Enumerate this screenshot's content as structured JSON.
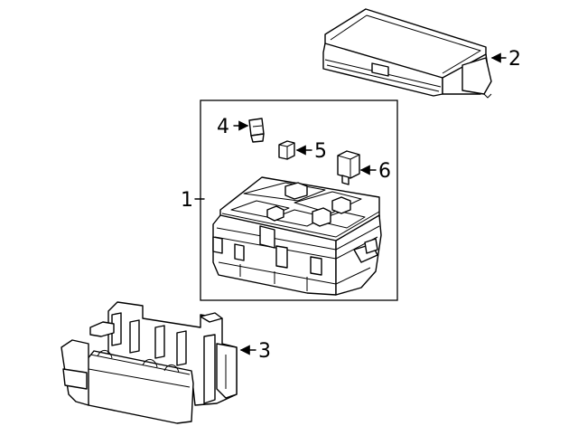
{
  "callouts": {
    "c1": "1",
    "c2": "2",
    "c3": "3",
    "c4": "4",
    "c5": "5",
    "c6": "6"
  },
  "icons": {
    "arrow": "arrow-left-icon"
  }
}
